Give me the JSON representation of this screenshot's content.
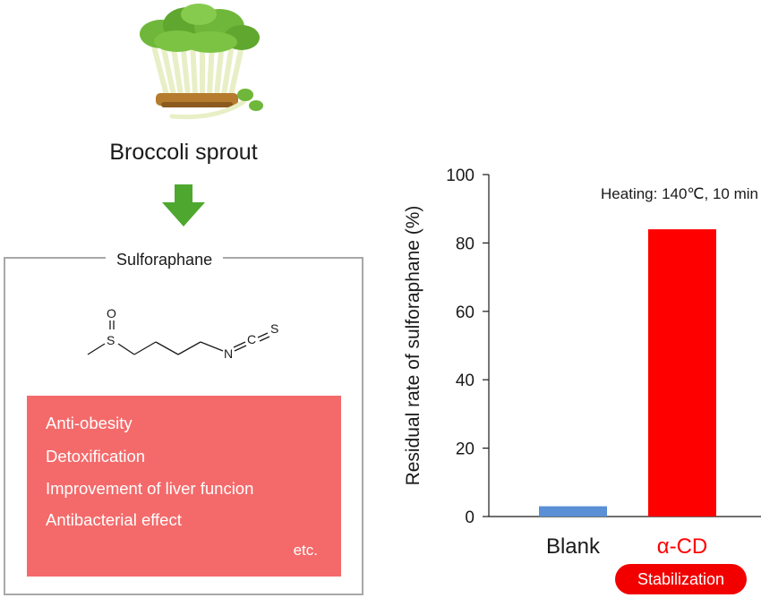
{
  "left_panel": {
    "sprout_label": "Broccoli sprout",
    "box_title": "Sulforaphane",
    "molecule_atoms": {
      "oxygen": "O",
      "sulfur_1": "S",
      "nitrogen": "N",
      "carbon": "C",
      "sulfur_2": "S"
    },
    "effects": [
      "Anti-obesity",
      "Detoxification",
      "Improvement of liver funcion",
      "Antibacterial effect"
    ],
    "etc_label": "etc.",
    "colors": {
      "arrow": "#4ea72e",
      "effects_bg": "#f46a6a",
      "box_border": "#a8a8a8"
    }
  },
  "chart_data": {
    "type": "bar",
    "categories": [
      "Blank",
      "α-CD"
    ],
    "values": [
      3,
      84
    ],
    "bar_colors": [
      "#5b8fd6",
      "#ff0000"
    ],
    "category_label_colors": [
      "#1a1a1a",
      "#ff0000"
    ],
    "ylabel": "Residual rate of sulforaphane (%)",
    "xlabel": "",
    "ylim": [
      0,
      100
    ],
    "yticks": [
      0,
      20,
      40,
      60,
      80,
      100
    ],
    "annotation": "Heating: 140℃, 10 min",
    "badge": "Stabilization",
    "grid": false
  }
}
